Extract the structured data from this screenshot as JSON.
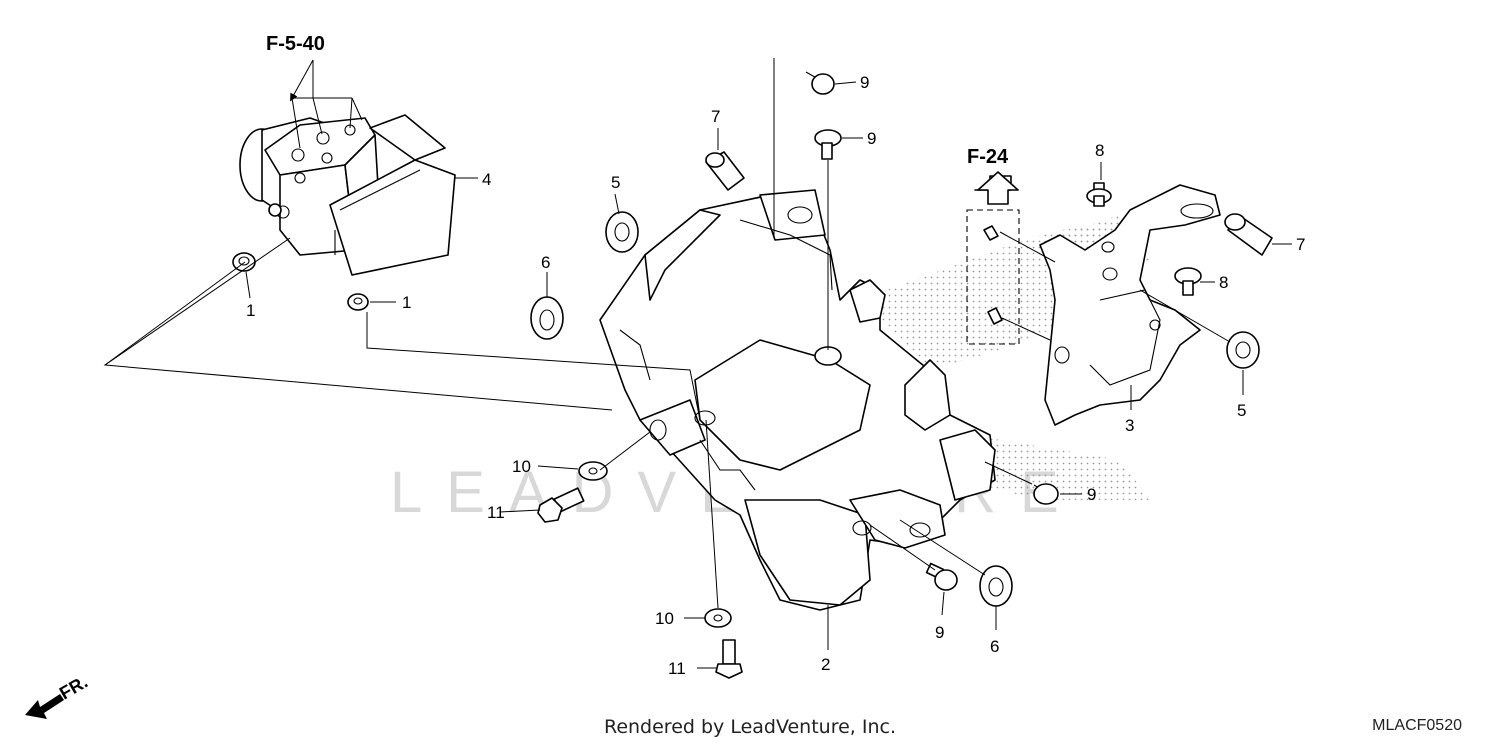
{
  "refs": {
    "abs_modulator": "F-5-40",
    "bracket_side": "F-24"
  },
  "callouts": {
    "grommet_left": "1",
    "grommet_bottom": "1",
    "abs_bracket": "2",
    "side_bracket": "3",
    "abs_modulator": "4",
    "collar_top": "5",
    "collar_right": "5",
    "collar_mid": "6",
    "collar_bottom": "6",
    "rubber_top": "7",
    "rubber_right": "7",
    "bolt_f24_top": "8",
    "bolt_f24_mid": "8",
    "bolt_top": "9",
    "bolt_upper": "9",
    "bolt_right": "9",
    "bolt_bottom": "9",
    "washer_left": "10",
    "washer_bottom": "10",
    "flange_bolt_left": "11",
    "flange_bolt_bottom": "11"
  },
  "watermark": "LEADVENTURE",
  "direction_label": "FR.",
  "footer": {
    "credit": "Rendered by LeadVenture, Inc.",
    "code": "MLACF0520"
  }
}
